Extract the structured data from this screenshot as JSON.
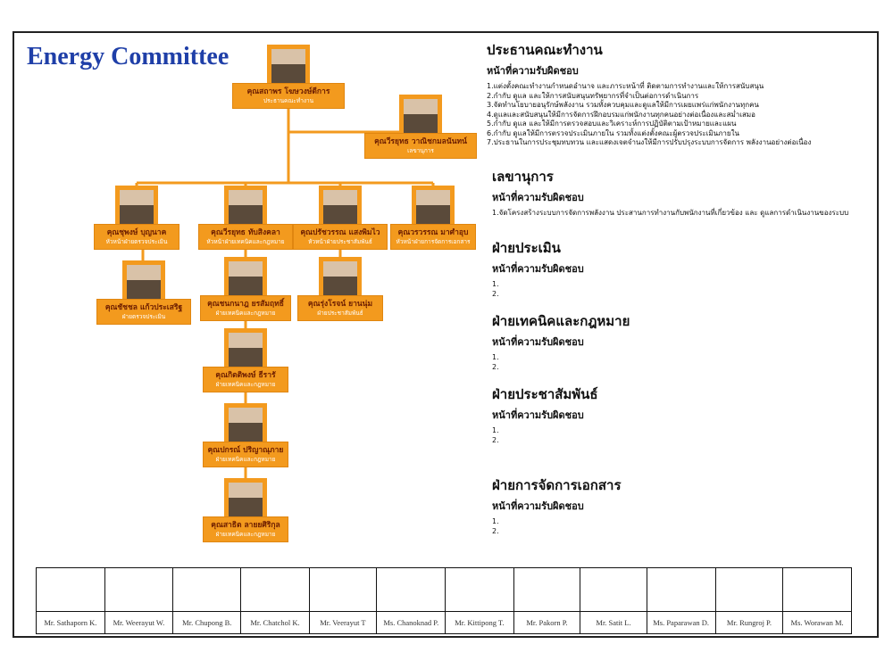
{
  "title": "Energy Committee",
  "colors": {
    "box": "#f39a1e",
    "line": "#f39a1e",
    "title": "#1f3fa8"
  },
  "nodes": {
    "chair": {
      "name": "คุณสถาพร โฆษวงษ์ดีการ",
      "role": "ประธานคณะทำงาน"
    },
    "sec": {
      "name": "คุณวีรยุทธ วาณิชกมลนันทน์",
      "role": "เลขานุการ"
    },
    "eval1": {
      "name": "คุณชุพงษ์ บุญนาค",
      "role": "หัวหน้าฝ่ายตรวจประเมิน"
    },
    "tech1": {
      "name": "คุณวีรยุทธ ทับสิงคลา",
      "role": "หัวหน้าฝ่ายเทคนิคและกฎหมาย"
    },
    "pr1": {
      "name": "คุณปรัชวรรณ แสงพิมไว",
      "role": "หัวหน้าฝ่ายประชาสัมพันธ์"
    },
    "doc1": {
      "name": "คุณวรวรรณ มาศำอุบ",
      "role": "หัวหน้าฝ่ายการจัดการเอกสาร"
    },
    "eval2": {
      "name": "คุณชัชชล แก้วประเสริฐ",
      "role": "ฝ่ายตรวจประเมิน"
    },
    "tech2": {
      "name": "คุณชนกนาฎ ยรสัมฤทธิ์",
      "role": "ฝ่ายเทคนิคและกฎหมาย"
    },
    "pr2": {
      "name": "คุณรุ่งโรจน์ ยานนุ่ม",
      "role": "ฝ่ายประชาสัมพันธ์"
    },
    "tech3": {
      "name": "คุณกิตติพงษ์ ธีรารั",
      "role": "ฝ่ายเทคนิคและกฎหมาย"
    },
    "tech4": {
      "name": "คุณปกรณ์ ปริญาณุภาย",
      "role": "ฝ่ายเทคนิคและกฎหมาย"
    },
    "tech5": {
      "name": "คุณสาธิต ลายยศิริกุล",
      "role": "ฝ่ายเทคนิคและกฎหมาย"
    }
  },
  "sections": [
    {
      "heading": "ประธานคณะทำงาน",
      "subheading": "หน้าที่ความรับผิดชอบ",
      "duties": [
        "1.แต่งตั้งคณะทำงานกำหนดอำนาจ และภาระหน้าที่ ติดตามการทำงานและให้การสนับสนุน",
        "2.กำกับ ดูแล และให้การสนับสนุนทรัพยากรที่จำเป็นต่อการดำเนินการ",
        "3.จัดทำนโยบายอนุรักษ์พลังงาน รวมทั้งควบคุมและดูแลให้มีการเผยแพร่แก่พนักงานทุกคน",
        "4.ดูแลและสนับสนุนให้มีการจัดการฝึกอบรมแก่พนักงานทุกคนอย่างต่อเนื่องและสม่ำเสมอ",
        "5.กำกับ ดูแล และให้มีการตรวจสอบและวิเคราะห์การปฏิบัติตามเป้าหมายและแผน",
        "6.กำกับ ดูแลให้มีการตรวจประเมินภายใน รวมทั้งแต่งตั้งคณะผู้ตรวจประเมินภายใน",
        "7.ประธานในการประชุมทบทวน และแสดงเจตจำนงให้มีการปรับปรุงระบบการจัดการ พลังงานอย่างต่อเนื่อง"
      ]
    },
    {
      "heading": "เลขานุการ",
      "subheading": "หน้าที่ความรับผิดชอบ",
      "duties": [
        "1.จัดโครงสร้างระบบการจัดการพลังงาน ประสานการทำงานกับพนักงานที่เกี่ยวข้อง และ ดูแลการดำเนินงานของระบบ"
      ]
    },
    {
      "heading": "ฝ่ายประเมิน",
      "subheading": "หน้าที่ความรับผิดชอบ",
      "duties": [
        "1.",
        "2."
      ]
    },
    {
      "heading": "ฝ่ายเทคนิคและกฎหมาย",
      "subheading": "หน้าที่ความรับผิดชอบ",
      "duties": [
        "1.",
        "2."
      ]
    },
    {
      "heading": "ฝ่ายประชาสัมพันธ์",
      "subheading": "หน้าที่ความรับผิดชอบ",
      "duties": [
        "1.",
        "2."
      ]
    },
    {
      "heading": "ฝ่ายการจัดการเอกสาร",
      "subheading": "หน้าที่ความรับผิดชอบ",
      "duties": [
        "1.",
        "2."
      ]
    }
  ],
  "signatures": [
    "Mr. Sathaporn K.",
    "Mr. Weerayut W.",
    "Mr. Chupong B.",
    "Mr. Chatchol K.",
    "Mr. Veerayut T",
    "Ms. Chanoknad P.",
    "Mr. Kittipong T.",
    "Mr. Pakorn P.",
    "Mr. Satit L.",
    "Ms. Paparawan D.",
    "Mr. Rungroj P.",
    "Ms. Worawan M."
  ]
}
